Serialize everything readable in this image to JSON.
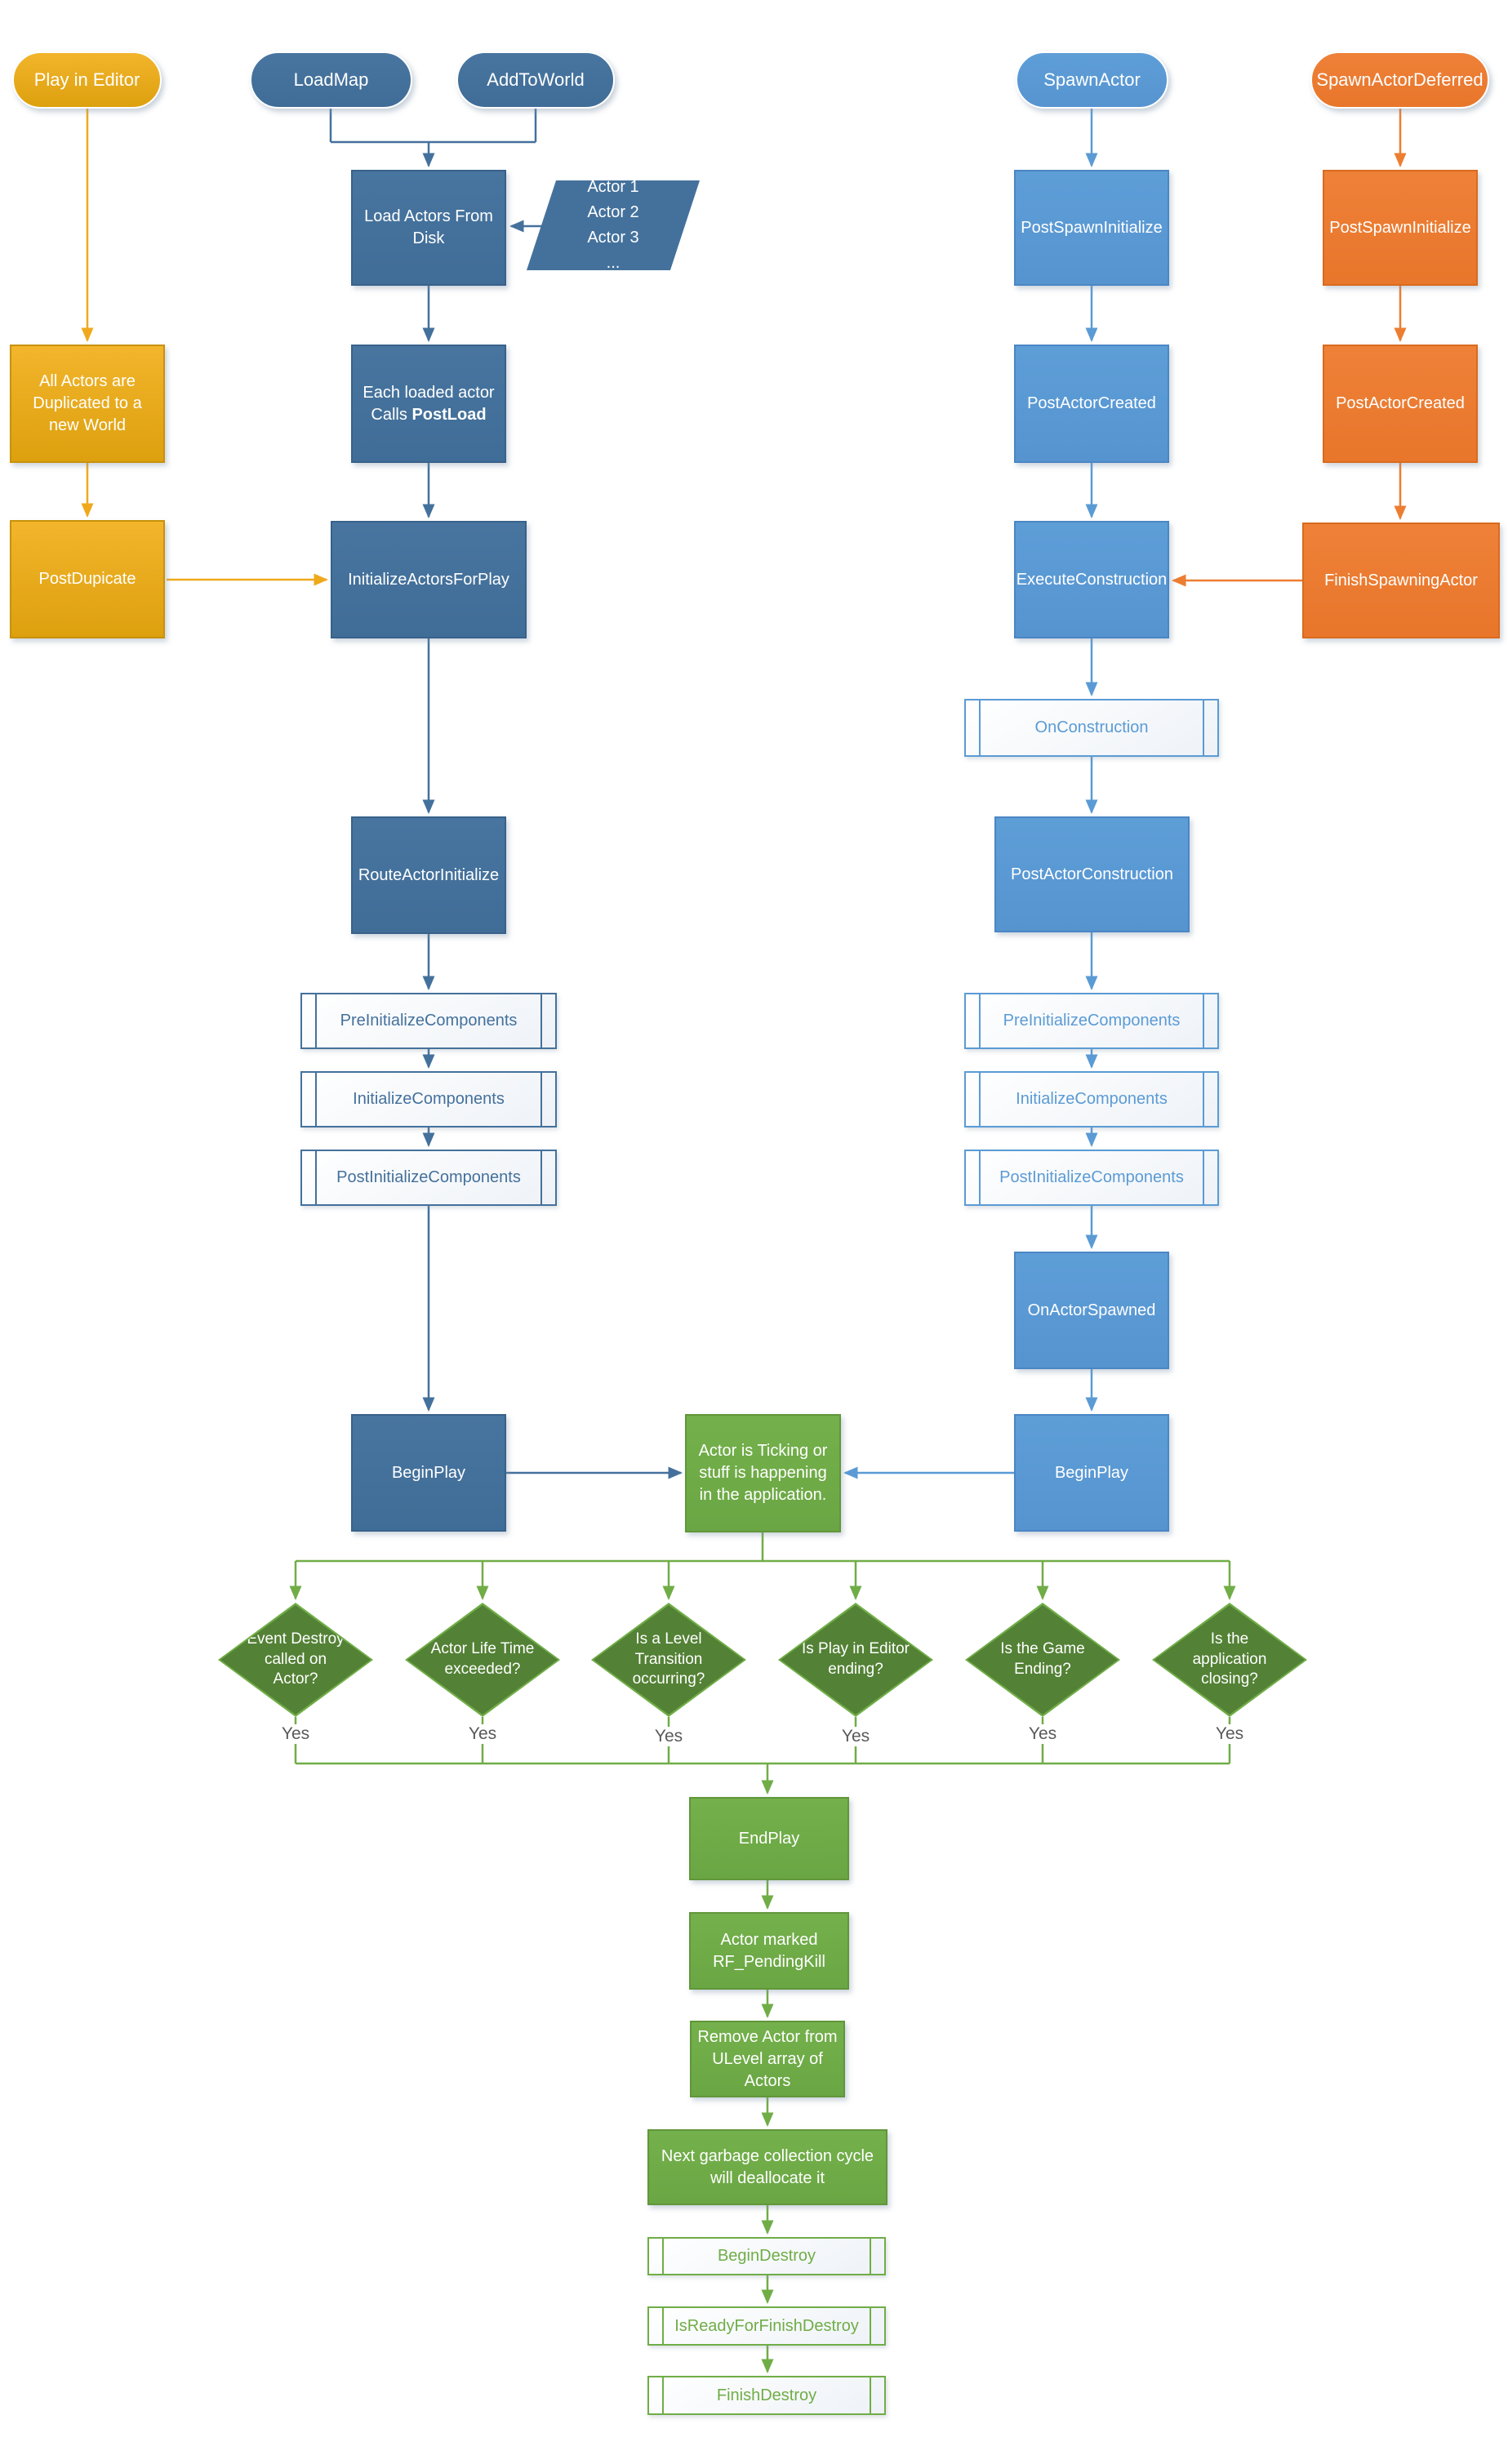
{
  "palette": {
    "gold": "#E3A413",
    "gold_border": "#C8920A",
    "gold_arrow": "#EFA91D",
    "blue_dark": "#44719C",
    "blue_light": "#5B9BD5",
    "orange": "#ED7D31",
    "green": "#70AD47",
    "green_dark": "#538135",
    "yes_text_color": "#595959",
    "background": "#FFFFFF"
  },
  "editor_column": {
    "play_in_editor": "Play in Editor",
    "all_actors_duplicated": "All Actors are Duplicated to a new World",
    "post_dupicate": "PostDupicate"
  },
  "load_column": {
    "load_map": "LoadMap",
    "add_to_world": "AddToWorld",
    "load_actors_from_disk": "Load Actors From Disk",
    "actor_list": [
      "Actor 1",
      "Actor 2",
      "Actor 3",
      "..."
    ],
    "each_loaded_actor_line1": "Each loaded actor",
    "each_loaded_actor_line2_prefix": "Calls",
    "each_loaded_actor_line2_bold": "PostLoad",
    "initialize_actors_for_play": "InitializeActorsForPlay",
    "route_actor_initialize": "RouteActorInitialize",
    "pre_initialize_components": "PreInitializeComponents",
    "initialize_components": "InitializeComponents",
    "post_initialize_components": "PostInitializeComponents",
    "begin_play": "BeginPlay"
  },
  "spawn_column": {
    "spawn_actor": "SpawnActor",
    "post_spawn_initialize": "PostSpawnInitialize",
    "post_actor_created": "PostActorCreated",
    "execute_construction": "ExecuteConstruction",
    "on_construction": "OnConstruction",
    "post_actor_construction": "PostActorConstruction",
    "pre_initialize_components": "PreInitializeComponents",
    "initialize_components": "InitializeComponents",
    "post_initialize_components": "PostInitializeComponents",
    "on_actor_spawned": "OnActorSpawned",
    "begin_play": "BeginPlay"
  },
  "deferred_column": {
    "spawn_actor_deferred": "SpawnActorDeferred",
    "post_spawn_initialize": "PostSpawnInitialize",
    "post_actor_created": "PostActorCreated",
    "finish_spawning_actor": "FinishSpawningActor"
  },
  "runtime": {
    "actor_ticking": "Actor is Ticking or stuff is happening in the application."
  },
  "decisions": {
    "yes_label": "Yes",
    "items": [
      {
        "label": "Event Destroy called on Actor?"
      },
      {
        "label": "Actor Life Time exceeded?"
      },
      {
        "label": "Is a Level Transition occurring?"
      },
      {
        "label": "Is Play in Editor ending?"
      },
      {
        "label": "Is the Game Ending?"
      },
      {
        "label": "Is the application closing?"
      }
    ]
  },
  "destruction": {
    "end_play": "EndPlay",
    "actor_marked": "Actor marked RF_PendingKill",
    "remove_actor": "Remove Actor from ULevel array of Actors",
    "next_garbage": "Next garbage collection cycle will deallocate it",
    "begin_destroy": "BeginDestroy",
    "is_ready_for_finish_destroy": "IsReadyForFinishDestroy",
    "finish_destroy": "FinishDestroy"
  }
}
